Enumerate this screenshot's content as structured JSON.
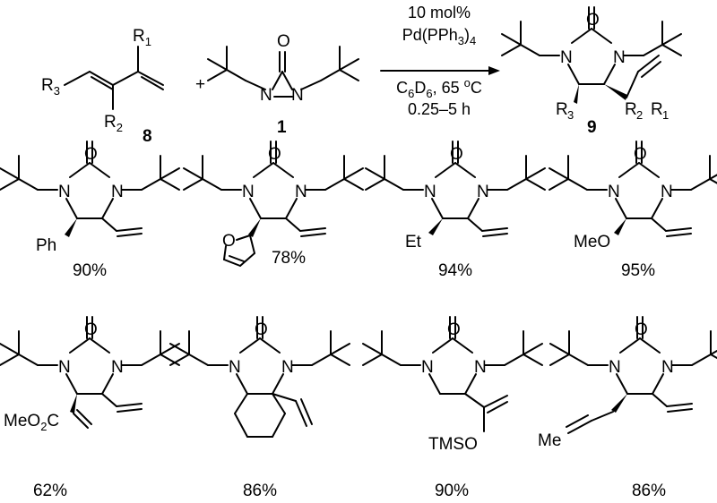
{
  "reaction": {
    "plus": "+",
    "reagents": {
      "catalyst_loading": "10 mol%",
      "catalyst_prefix": "Pd(PPh",
      "catalyst_sub": "3",
      "catalyst_suffix": ")",
      "catalyst_sub2": "4",
      "solvent_C": "C",
      "solvent_6a": "6",
      "solvent_D": "D",
      "solvent_6b": "6",
      "solvent_rest": ", 65 ",
      "degree": "o",
      "unit": "C",
      "time": "0.25–5 h"
    },
    "diene": {
      "number": "8",
      "R1": "R",
      "R1_sub": "1",
      "R2": "R",
      "R2_sub": "2",
      "R3": "R",
      "R3_sub": "3"
    },
    "diaziridinone": {
      "number": "1",
      "O": "O",
      "N_left": "N",
      "N_right": "N"
    },
    "product": {
      "number": "9",
      "O": "O",
      "N_left": "N",
      "N_right": "N",
      "R3": "R",
      "R3_sub": "3",
      "R2": "R",
      "R2_sub": "2",
      "R1": "R",
      "R1_sub": "1"
    }
  },
  "examples": [
    {
      "substituent": "Ph",
      "yield": "90%"
    },
    {
      "substituent": "O",
      "yield": "78%"
    },
    {
      "substituent": "Et",
      "yield": "94%"
    },
    {
      "substituent": "MeO",
      "yield": "95%"
    },
    {
      "substituent_main": "MeO",
      "substituent_sub": "2",
      "substituent_tail": "C",
      "yield": "62%"
    },
    {
      "yield": "86%"
    },
    {
      "substituent": "TMSO",
      "yield": "90%"
    },
    {
      "substituent": "Me",
      "yield": "86%"
    }
  ],
  "atoms": {
    "O": "O",
    "N": "N"
  }
}
